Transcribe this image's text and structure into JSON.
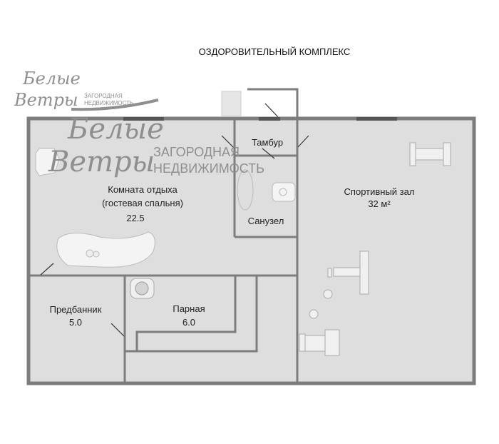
{
  "title": "ОЗДОРОВИТЕЛЬНЫЙ КОМПЛЕКС",
  "watermark": {
    "brand_line1": "Белые",
    "brand_line2": "Ветры",
    "tagline1": "ЗАГОРОДНАЯ",
    "tagline2": "НЕДВИЖИМОСТЬ"
  },
  "rooms": {
    "tambur": {
      "name": "Тамбур"
    },
    "lounge": {
      "name": "Комната отдыха",
      "subtitle": "(гостевая спальня)",
      "area": "22.5"
    },
    "bathroom": {
      "name": "Санузел"
    },
    "gym": {
      "name": "Спортивный зал",
      "area": "32 м²"
    },
    "anteroom": {
      "name": "Предбанник",
      "area": "5.0"
    },
    "steam_room": {
      "name": "Парная",
      "area": "6.0"
    }
  },
  "colors": {
    "wall": "#7d7d7d",
    "floor": "#dedede",
    "furniture": "#f4f4f4"
  }
}
